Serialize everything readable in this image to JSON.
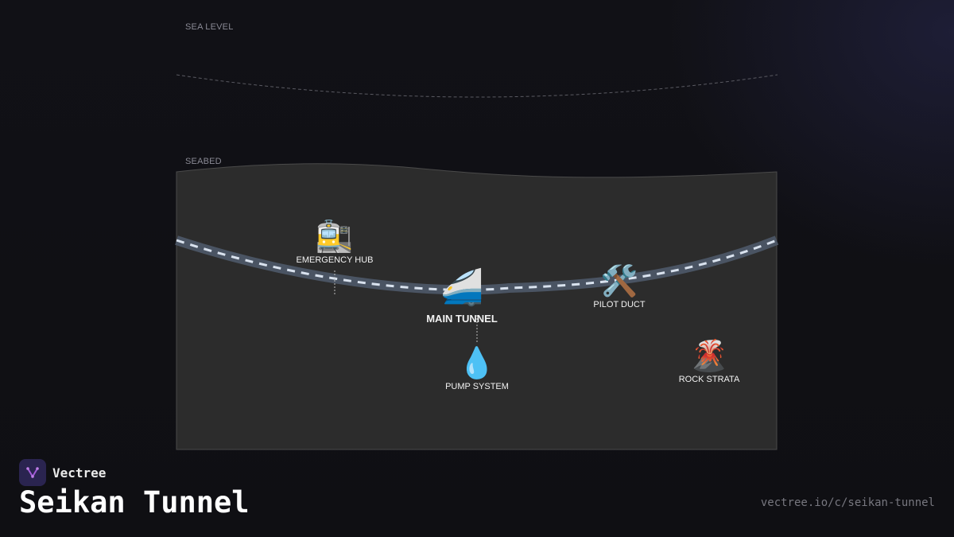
{
  "zones": {
    "sea_level": "SEA LEVEL",
    "seabed": "SEABED"
  },
  "nodes": {
    "emergency_hub": {
      "icon": "🚉",
      "icon_name": "train-station-icon",
      "label": "EMERGENCY HUB"
    },
    "main_tunnel": {
      "icon": "🚄",
      "icon_name": "bullet-train-icon",
      "label": "MAIN TUNNEL"
    },
    "pilot_duct": {
      "icon": "🛠️",
      "icon_name": "tools-icon",
      "label": "PILOT DUCT"
    },
    "pump_system": {
      "icon": "💧",
      "icon_name": "water-drop-icon",
      "label": "PUMP SYSTEM"
    },
    "rock_strata": {
      "icon": "🌋",
      "icon_name": "volcano-icon",
      "label": "ROCK STRATA"
    }
  },
  "brand": {
    "name": "Vectree"
  },
  "page": {
    "title": "Seikan Tunnel",
    "url": "vectree.io/c/seikan-tunnel"
  },
  "colors": {
    "background": "#111116",
    "seabed_fill": "#2c2c2c",
    "tunnel_track": "#4a5463",
    "tunnel_dash": "#d9e2ee",
    "text": "#f2f2f2",
    "brand_accent": "#a05bd6"
  }
}
